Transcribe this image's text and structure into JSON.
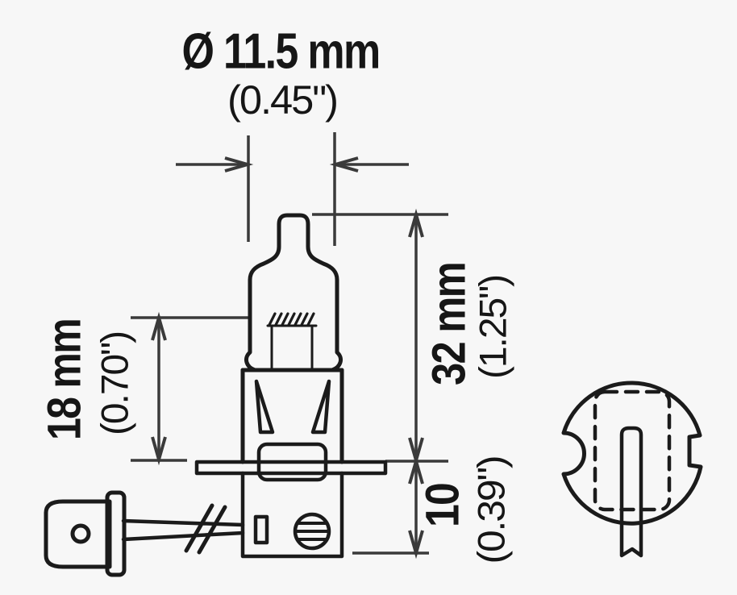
{
  "labels": {
    "diameter_mm": "Ø 11.5 mm",
    "diameter_in": "(0.45\")",
    "glass_length_mm": "18 mm",
    "glass_length_in": "(0.70\")",
    "overall_length_mm": "32 mm",
    "overall_length_in": "(1.25\")",
    "base_depth_mm": "10",
    "base_depth_in": "(0.39\")"
  },
  "colors": {
    "background": "#f7f7f7",
    "outline": "#1b1b1b",
    "dimension_lines": "#3a3a3a",
    "text": "#161616"
  }
}
